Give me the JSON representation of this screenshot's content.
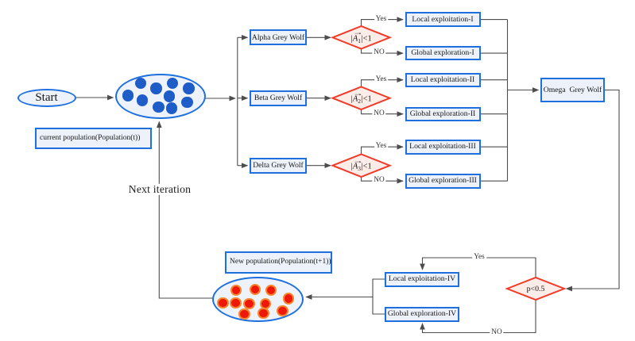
{
  "nodes": {
    "start": {
      "label": "Start"
    },
    "current_population": {
      "label": "current population(Population(t))"
    },
    "new_population": {
      "label": "New population(Population(t+1))"
    },
    "next_iteration": {
      "label": "Next iteration"
    },
    "alpha_wolf": {
      "label": "Alpha Grey Wolf"
    },
    "beta_wolf": {
      "label": "Beta Grey Wolf"
    },
    "delta_wolf": {
      "label": "Delta Grey Wolf"
    },
    "omega_wolf": {
      "label": "Omega  Grey Wolf"
    },
    "local_exploitation_1": {
      "label": "Local exploitation-I"
    },
    "global_exploration_1": {
      "label": "Global exploration-I"
    },
    "local_exploitation_2": {
      "label": "Local exploitation-II"
    },
    "global_exploration_2": {
      "label": "Global exploration-II"
    },
    "local_exploitation_3": {
      "label": "Local exploitation-III"
    },
    "global_exploration_3": {
      "label": "Global exploration-III"
    },
    "local_exploitation_4": {
      "label": "Local exploitation-IV"
    },
    "global_exploration_4": {
      "label": "Global exploration-IV"
    },
    "decision_a1": {
      "open_bar": "|",
      "symbol": "A",
      "vector_arrow": "→",
      "subscript": "1",
      "comparison": "|<1"
    },
    "decision_a2": {
      "open_bar": "|",
      "symbol": "A",
      "vector_arrow": "→",
      "subscript": "2",
      "comparison": "|<1"
    },
    "decision_a3": {
      "open_bar": "|",
      "symbol": "A",
      "vector_arrow": "→",
      "subscript": "3",
      "comparison": "|<1"
    },
    "decision_p": {
      "label": "p<0.5"
    }
  },
  "edge_labels": {
    "yes1": "Yes",
    "no1": "NO",
    "yes2": "Yes",
    "no2": "NO",
    "yes3": "Yes",
    "no3": "NO",
    "yes4": "Yes",
    "no4": "NO"
  },
  "populations": {
    "current": {
      "dot_radius": 7.2,
      "dots": [
        [
          177.0,
          104.7
        ],
        [
          196.4,
          111.4
        ],
        [
          217.0,
          104.7
        ],
        [
          237.6,
          111.4
        ],
        [
          160.7,
          120.6
        ],
        [
          179.3,
          126.5
        ],
        [
          212.8,
          121.5
        ],
        [
          235.4,
          129.0
        ],
        [
          199.4,
          134.9
        ],
        [
          216.1,
          136.5
        ]
      ]
    },
    "new": {
      "dot_radius": 7.3,
      "dots": [
        [
          296.9,
          366.1
        ],
        [
          321.1,
          365.1
        ],
        [
          341.0,
          366.1
        ],
        [
          280.5,
          381.9
        ],
        [
          296.3,
          381.9
        ],
        [
          313.6,
          382.8
        ],
        [
          334.1,
          382.8
        ],
        [
          363.0,
          376.3
        ],
        [
          307.7,
          395.8
        ],
        [
          331.3,
          394.9
        ],
        [
          355.5,
          392.1
        ]
      ]
    }
  },
  "colors": {
    "node_border": "#1e70de",
    "node_fill": "#edf1f9",
    "ellipse_fill": "#eef2fa",
    "decision_border": "#f23a28",
    "decision_fill": "#fcede8",
    "blue_dot": "#1e5cc8",
    "red_dot": "#ee1808",
    "red_dot_ring": "#f6872e",
    "connector": "#4d4d4d",
    "text": "#161616"
  }
}
